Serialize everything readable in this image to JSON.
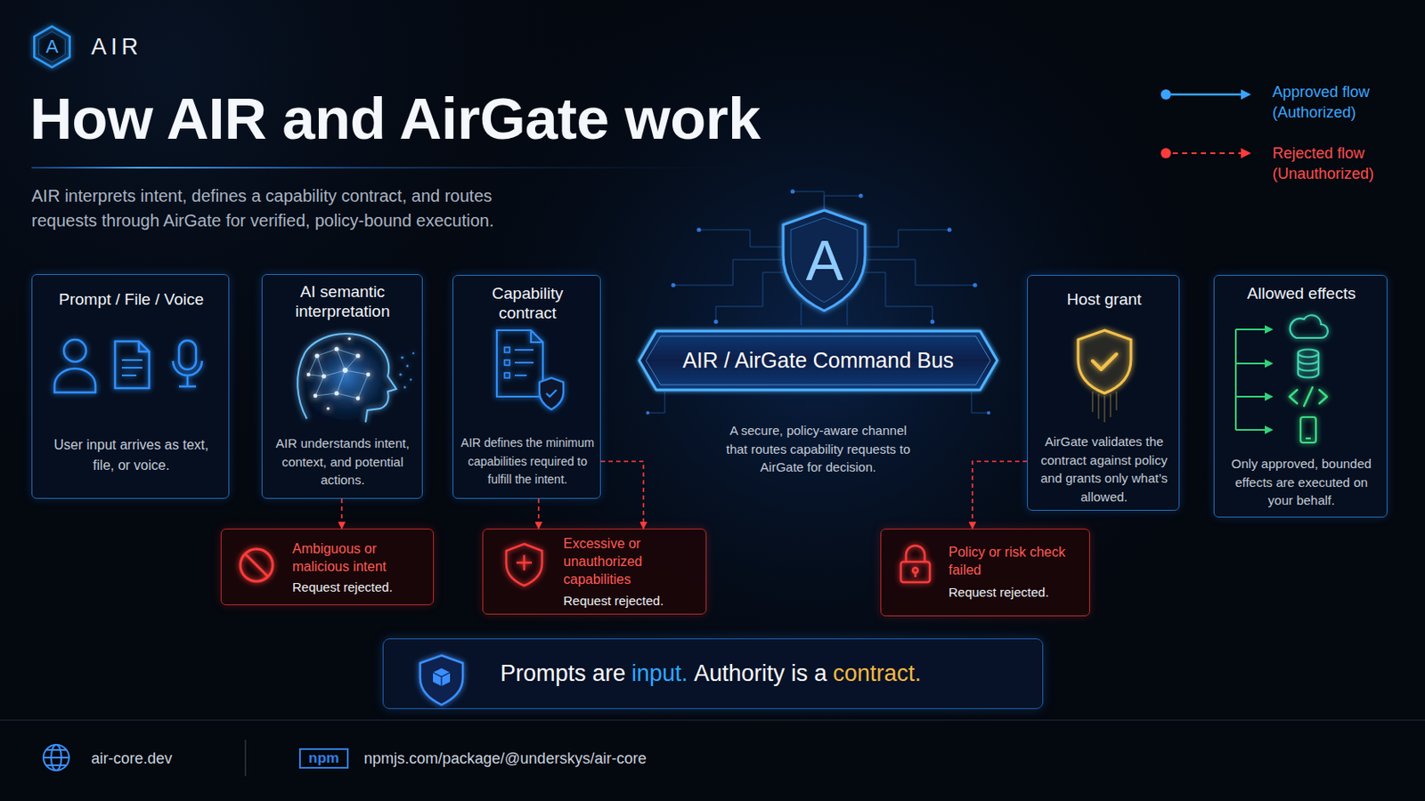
{
  "diagram": {
    "title": "How AIR and AirGate work",
    "caption": "AIR interprets intent, defines a capability contract, and routes requests through AirGate for verified, policy-bound execution.",
    "nodes": [
      {
        "text": [
          "Prompt / File / Voice",
          "User input arrives as text, file, or voice."
        ]
      },
      {
        "text": [
          "AI semantic interpretation",
          "AIR understands intent, context, and potential actions."
        ]
      },
      {
        "text": [
          "Capability contract",
          "AIR defines the minimum capabilities required to fulfill the intent."
        ]
      },
      {
        "text": [
          "AIR / AirGate Command Bus",
          "A secure, policy-aware channel that routes capability requests to AirGate for decision."
        ]
      },
      {
        "text": [
          "Host grant",
          "AirGate validates the contract against policy and grants only what’s allowed."
        ]
      },
      {
        "text": [
          "Allowed effects",
          "Only approved, bounded effects are executed on your behalf."
        ]
      },
      {
        "text": [
          "Ambiguous or malicious intent",
          "Request rejected."
        ]
      },
      {
        "text": [
          "Excessive or unauthorized capabilities",
          "Request rejected."
        ]
      },
      {
        "text": [
          "Policy or risk check failed",
          "Request rejected."
        ]
      },
      {
        "text": [
          "Prompts are",
          "input.",
          "Authority is a",
          "contract."
        ]
      }
    ],
    "edges": [
      {
        "from": 0,
        "to": 1,
        "arrow": "to"
      },
      {
        "from": 1,
        "to": 2,
        "arrow": "to"
      },
      {
        "from": 2,
        "to": 3,
        "arrow": "to"
      },
      {
        "from": 3,
        "to": 4,
        "arrow": "to"
      },
      {
        "from": 4,
        "to": 5,
        "arrow": "to"
      },
      {
        "from": 1,
        "to": 6,
        "arrow": "to"
      },
      {
        "from": 2,
        "to": 7,
        "arrow": "to"
      },
      {
        "from": 2,
        "to": 7,
        "arrow": "to"
      },
      {
        "from": 4,
        "to": 8,
        "arrow": "to"
      }
    ],
    "labels": [
      "A",
      "AIR",
      "A",
      "npm",
      "air-core.dev",
      "npmjs.com/package/@underskys/air-core"
    ],
    "legend": [
      {
        "text": "Approved flow (Authorized)"
      },
      {
        "text": "Rejected flow (Unauthorized)"
      }
    ]
  }
}
